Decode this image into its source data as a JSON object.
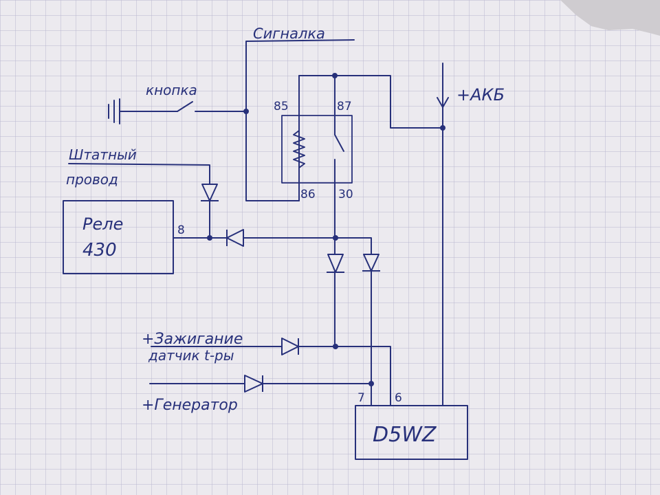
{
  "colors": {
    "ink": "#27307a",
    "paper": "#eceaef",
    "grid": "#b9b6cf"
  },
  "labels": {
    "signalka": "Сигналка",
    "knopka": "кнопка",
    "akb": "+АКБ",
    "shtatny": "Штатный",
    "provod": "провод",
    "zazhiganie": "+Зажигание",
    "datchik": "датчик t-ры",
    "generator": "+Генератор"
  },
  "relay430": {
    "line1": "Реле",
    "line2": "430"
  },
  "d5wz": {
    "label": "D5WZ"
  },
  "pins": {
    "p85": "85",
    "p87": "87",
    "p86": "86",
    "p30": "30",
    "p8": "8",
    "p7": "7",
    "p6": "6"
  }
}
